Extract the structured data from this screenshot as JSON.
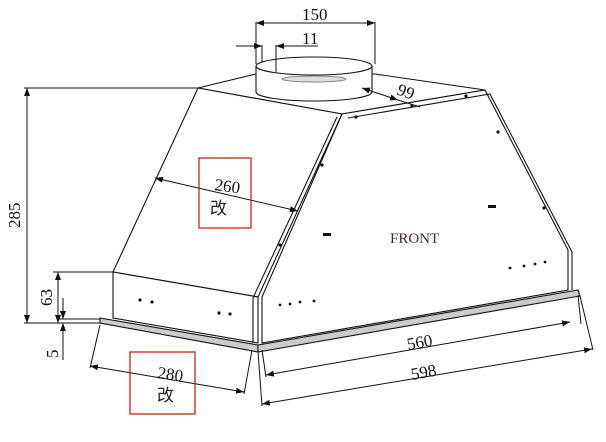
{
  "drawing": {
    "label_front": "FRONT",
    "dimensions": {
      "duct_diameter": "150",
      "duct_offset": "11",
      "duct_to_edge": "99",
      "height": "285",
      "lower_box_height": "63",
      "trim_thickness": "5",
      "depth_upper": "260",
      "depth_lower": "280",
      "width_inner": "560",
      "width_outer": "598"
    },
    "revision_marks": {
      "upper": "改",
      "lower": "改"
    },
    "colors": {
      "line": "#111111",
      "revision_box": "#cc2222"
    }
  }
}
